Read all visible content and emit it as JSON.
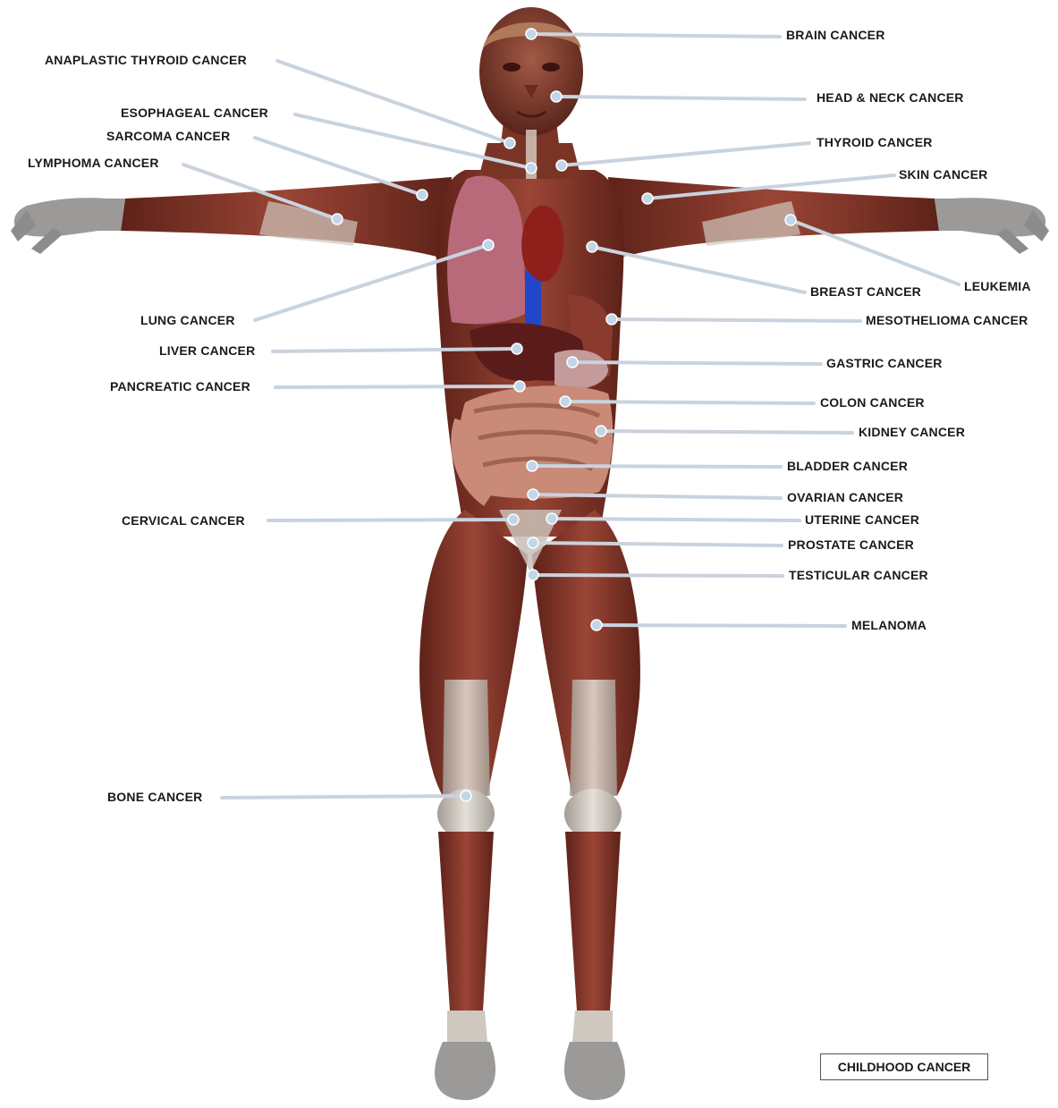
{
  "labels": {
    "brain": "BRAIN CANCER",
    "anaplastic_thyroid": "ANAPLASTIC THYROID CANCER",
    "head_neck": "HEAD & NECK CANCER",
    "esophageal": "ESOPHAGEAL CANCER",
    "sarcoma": "SARCOMA CANCER",
    "thyroid": "THYROID CANCER",
    "lymphoma": "LYMPHOMA CANCER",
    "skin": "SKIN CANCER",
    "breast": "BREAST CANCER",
    "leukemia": "LEUKEMIA",
    "lung": "LUNG CANCER",
    "mesothelioma": "MESOTHELIOMA CANCER",
    "liver": "LIVER CANCER",
    "gastric": "GASTRIC CANCER",
    "pancreatic": "PANCREATIC CANCER",
    "colon": "COLON CANCER",
    "kidney": "KIDNEY CANCER",
    "bladder": "BLADDER CANCER",
    "ovarian": "OVARIAN CANCER",
    "cervical": "CERVICAL CANCER",
    "uterine": "UTERINE CANCER",
    "prostate": "PROSTATE CANCER",
    "testicular": "TESTICULAR CANCER",
    "melanoma": "MELANOMA",
    "bone": "BONE CANCER"
  },
  "childhood_button": "CHILDHOOD CANCER",
  "colors": {
    "muscle": "#8a3b2e",
    "muscle_dark": "#5e2219",
    "tendon": "#cfc8bf",
    "leader_line": "#c9d3de",
    "marker": "#c2d6ea",
    "lung": "#b86a7a",
    "heart": "#8e1f1a",
    "aorta": "#2346c8",
    "liver": "#5a1c1a",
    "intestine": "#c98a78",
    "brain": "#b07a5a"
  }
}
